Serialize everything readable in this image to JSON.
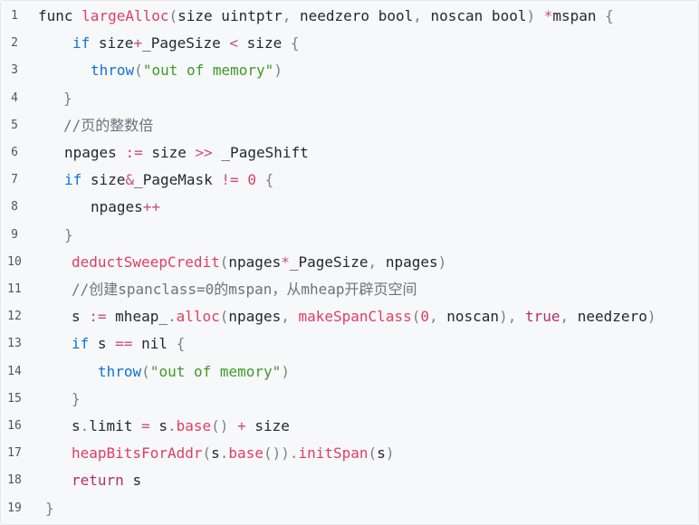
{
  "colors": {
    "background": "#f6f8fa",
    "keyword": "#0e74d4",
    "function": "#e03e62",
    "string": "#3f9a26",
    "number": "#e03e62",
    "literal": "#b32f6b",
    "punctuation": "#808080",
    "operator": "#c94f7c",
    "comment": "#6a737d",
    "identifier": "#24292e",
    "line_number": "#555555"
  },
  "code": {
    "lines": [
      {
        "number": "1",
        "tokens": [
          {
            "t": "id",
            "v": "func "
          },
          {
            "t": "fn",
            "v": "largeAlloc"
          },
          {
            "t": "pun",
            "v": "("
          },
          {
            "t": "id",
            "v": "size uintptr"
          },
          {
            "t": "pun",
            "v": ", "
          },
          {
            "t": "id",
            "v": "needzero bool"
          },
          {
            "t": "pun",
            "v": ", "
          },
          {
            "t": "id",
            "v": "noscan bool"
          },
          {
            "t": "pun",
            "v": ") "
          },
          {
            "t": "op",
            "v": "*"
          },
          {
            "t": "id",
            "v": "mspan "
          },
          {
            "t": "pun",
            "v": "{"
          }
        ]
      },
      {
        "number": "2",
        "tokens": [
          {
            "t": "kw",
            "v": "if "
          },
          {
            "t": "id",
            "v": "size"
          },
          {
            "t": "op",
            "v": "+"
          },
          {
            "t": "id",
            "v": "_PageSize "
          },
          {
            "t": "op",
            "v": "< "
          },
          {
            "t": "id",
            "v": "size "
          },
          {
            "t": "pun",
            "v": "{"
          }
        ]
      },
      {
        "number": "3",
        "tokens": [
          {
            "t": "kw",
            "v": "throw"
          },
          {
            "t": "pun",
            "v": "("
          },
          {
            "t": "str",
            "v": "\"out of memory\""
          },
          {
            "t": "pun",
            "v": ")"
          }
        ]
      },
      {
        "number": "4",
        "tokens": [
          {
            "t": "pun",
            "v": "}"
          }
        ]
      },
      {
        "number": "5",
        "tokens": [
          {
            "t": "cm",
            "v": "//页的整数倍"
          }
        ]
      },
      {
        "number": "6",
        "tokens": [
          {
            "t": "id",
            "v": "npages "
          },
          {
            "t": "op",
            "v": ":= "
          },
          {
            "t": "id",
            "v": "size "
          },
          {
            "t": "op",
            "v": ">> "
          },
          {
            "t": "id",
            "v": "_PageShift"
          }
        ]
      },
      {
        "number": "7",
        "tokens": [
          {
            "t": "kw",
            "v": "if "
          },
          {
            "t": "id",
            "v": "size"
          },
          {
            "t": "op",
            "v": "&"
          },
          {
            "t": "id",
            "v": "_PageMask "
          },
          {
            "t": "op",
            "v": "!= "
          },
          {
            "t": "num",
            "v": "0 "
          },
          {
            "t": "pun",
            "v": "{"
          }
        ]
      },
      {
        "number": "8",
        "tokens": [
          {
            "t": "id",
            "v": "npages"
          },
          {
            "t": "op",
            "v": "++"
          }
        ]
      },
      {
        "number": "9",
        "tokens": [
          {
            "t": "pun",
            "v": "}"
          }
        ]
      },
      {
        "number": "10",
        "tokens": [
          {
            "t": "fn",
            "v": "deductSweepCredit"
          },
          {
            "t": "pun",
            "v": "("
          },
          {
            "t": "id",
            "v": "npages"
          },
          {
            "t": "op",
            "v": "*"
          },
          {
            "t": "id",
            "v": "_PageSize"
          },
          {
            "t": "pun",
            "v": ", "
          },
          {
            "t": "id",
            "v": "npages"
          },
          {
            "t": "pun",
            "v": ")"
          }
        ]
      },
      {
        "number": "11",
        "tokens": [
          {
            "t": "cm",
            "v": "//创建spanclass=0的mspan，从mheap开辟页空间"
          }
        ]
      },
      {
        "number": "12",
        "tokens": [
          {
            "t": "id",
            "v": "s "
          },
          {
            "t": "op",
            "v": ":= "
          },
          {
            "t": "id",
            "v": "mheap_"
          },
          {
            "t": "pun",
            "v": "."
          },
          {
            "t": "fn",
            "v": "alloc"
          },
          {
            "t": "pun",
            "v": "("
          },
          {
            "t": "id",
            "v": "npages"
          },
          {
            "t": "pun",
            "v": ", "
          },
          {
            "t": "fn",
            "v": "makeSpanClass"
          },
          {
            "t": "pun",
            "v": "("
          },
          {
            "t": "num",
            "v": "0"
          },
          {
            "t": "pun",
            "v": ", "
          },
          {
            "t": "id",
            "v": "noscan"
          },
          {
            "t": "pun",
            "v": "), "
          },
          {
            "t": "lit",
            "v": "true"
          },
          {
            "t": "pun",
            "v": ", "
          },
          {
            "t": "id",
            "v": "needzero"
          },
          {
            "t": "pun",
            "v": ")"
          }
        ]
      },
      {
        "number": "13",
        "tokens": [
          {
            "t": "kw",
            "v": "if "
          },
          {
            "t": "id",
            "v": "s "
          },
          {
            "t": "op",
            "v": "== "
          },
          {
            "t": "id",
            "v": "nil "
          },
          {
            "t": "pun",
            "v": "{"
          }
        ]
      },
      {
        "number": "14",
        "tokens": [
          {
            "t": "kw",
            "v": "throw"
          },
          {
            "t": "pun",
            "v": "("
          },
          {
            "t": "str",
            "v": "\"out of memory\""
          },
          {
            "t": "pun",
            "v": ")"
          }
        ]
      },
      {
        "number": "15",
        "tokens": [
          {
            "t": "pun",
            "v": "}"
          }
        ]
      },
      {
        "number": "16",
        "tokens": [
          {
            "t": "id",
            "v": "s"
          },
          {
            "t": "pun",
            "v": "."
          },
          {
            "t": "id",
            "v": "limit "
          },
          {
            "t": "op",
            "v": "= "
          },
          {
            "t": "id",
            "v": "s"
          },
          {
            "t": "pun",
            "v": "."
          },
          {
            "t": "fn",
            "v": "base"
          },
          {
            "t": "pun",
            "v": "() "
          },
          {
            "t": "op",
            "v": "+ "
          },
          {
            "t": "id",
            "v": "size"
          }
        ]
      },
      {
        "number": "17",
        "tokens": [
          {
            "t": "fn",
            "v": "heapBitsForAddr"
          },
          {
            "t": "pun",
            "v": "("
          },
          {
            "t": "id",
            "v": "s"
          },
          {
            "t": "pun",
            "v": "."
          },
          {
            "t": "fn",
            "v": "base"
          },
          {
            "t": "pun",
            "v": "())."
          },
          {
            "t": "fn",
            "v": "initSpan"
          },
          {
            "t": "pun",
            "v": "("
          },
          {
            "t": "id",
            "v": "s"
          },
          {
            "t": "pun",
            "v": ")"
          }
        ]
      },
      {
        "number": "18",
        "tokens": [
          {
            "t": "lit",
            "v": "return "
          },
          {
            "t": "id",
            "v": "s"
          }
        ]
      },
      {
        "number": "19",
        "tokens": [
          {
            "t": "pun",
            "v": "}"
          }
        ]
      }
    ]
  }
}
